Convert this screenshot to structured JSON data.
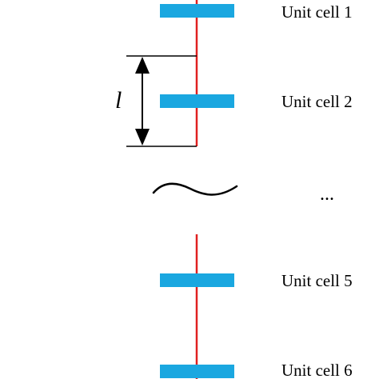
{
  "colors": {
    "feed_line": "#e02020",
    "resonator": "#1aa7e0",
    "annotation": "#000000",
    "background": "#ffffff"
  },
  "unit_cells": [
    {
      "label": "Unit cell 1"
    },
    {
      "label": "Unit cell 2"
    },
    {
      "label": "Unit cell 5"
    },
    {
      "label": "Unit cell 6"
    }
  ],
  "spacing_dimension": {
    "symbol": "l"
  },
  "omission": {
    "text": "...",
    "icon": "tilde-break-icon"
  }
}
